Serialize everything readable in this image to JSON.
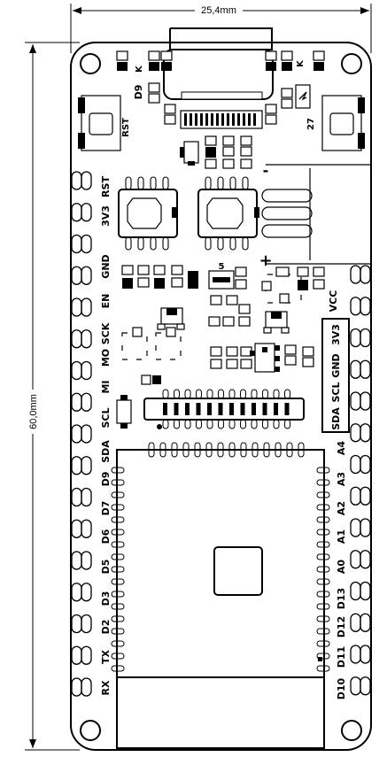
{
  "dimensions": {
    "width_label": "25,4mm",
    "height_label": "60,0mm"
  },
  "left_labels": [
    "RST",
    "3V3",
    "GND",
    "EN",
    "SCK",
    "MO",
    "MI",
    "SCL",
    "SDA",
    "D9",
    "D7",
    "D6",
    "D5",
    "D3",
    "D2",
    "TX",
    "RX"
  ],
  "right_labels": [
    "VCC",
    "3V3",
    "GND",
    "SCL",
    "SDA",
    "A4",
    "A3",
    "A2",
    "A1",
    "A0",
    "D13",
    "D12",
    "D11",
    "D10"
  ],
  "top_labels": {
    "d9": "D9",
    "rst": "RST",
    "k1": "K",
    "k2": "K",
    "n27": "27",
    "five": "5",
    "minus": "-",
    "plus": "+"
  }
}
